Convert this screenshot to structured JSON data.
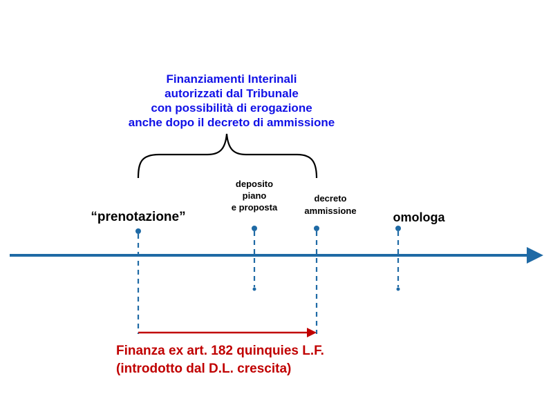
{
  "brace_caption": {
    "lines": [
      "Finanziamenti Interinali",
      "autorizzati dal Tribunale",
      "con possibilità di erogazione",
      "anche dopo il decreto di ammissione"
    ]
  },
  "timeline": {
    "events": [
      {
        "id": "prenotazione",
        "label": "“prenotazione”"
      },
      {
        "id": "deposito",
        "label_lines": [
          "deposito",
          "piano",
          "e proposta"
        ]
      },
      {
        "id": "decreto",
        "label_lines": [
          "decreto",
          "ammissione"
        ]
      },
      {
        "id": "omologa",
        "label": "omologa"
      }
    ]
  },
  "bottom_caption": {
    "lines": [
      "Finanza ex art. 182 quinquies L.F.",
      "(introdotto dal D.L. crescita)"
    ]
  },
  "colors": {
    "timeline": "#1f6aa5",
    "marker": "#1f6aa5",
    "brace_text": "#1111e6",
    "finanza": "#c00000"
  }
}
